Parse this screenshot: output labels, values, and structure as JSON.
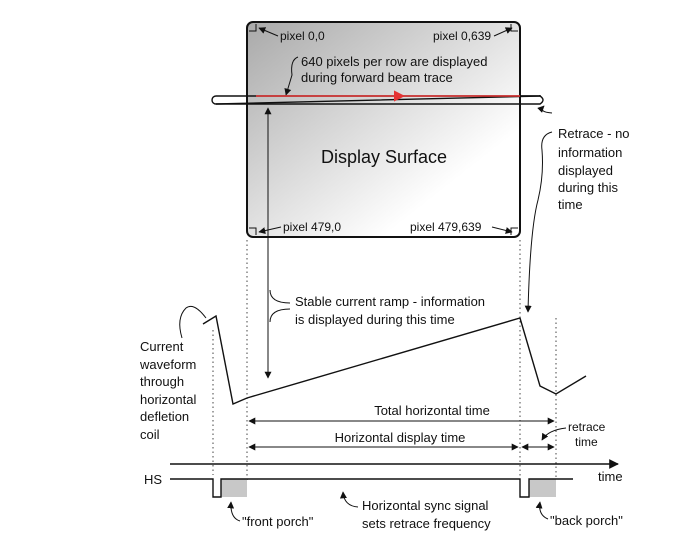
{
  "screen": {
    "title": "Display Surface",
    "corner_top_left": "pixel 0,0",
    "corner_top_right": "pixel 0,639",
    "corner_bottom_left": "pixel 479,0",
    "corner_bottom_right": "pixel 479,639",
    "row_note_line1": "640 pixels per row are displayed",
    "row_note_line2": "during forward beam trace",
    "gradient_dark": "#a9a9a9",
    "gradient_light": "#ffffff",
    "beam_color": "#e53333"
  },
  "annotations": {
    "retrace": [
      "Retrace - no",
      "information",
      "displayed",
      "during this",
      "time"
    ],
    "ramp_line1": "Stable current ramp - information",
    "ramp_line2": "is displayed during this time",
    "waveform": [
      "Current",
      "waveform",
      "through",
      "horizontal",
      "defletion",
      "coil"
    ]
  },
  "timing": {
    "total": "Total horizontal time",
    "display": "Horizontal display time",
    "retrace_line1": "retrace",
    "retrace_line2": "time",
    "time_axis": "time"
  },
  "sync": {
    "label": "HS",
    "desc_line1": "Horizontal sync signal",
    "desc_line2": "sets retrace frequency",
    "front_porch": "\"front porch\"",
    "back_porch": "\"back porch\"",
    "porch_color": "#c8c8c8"
  }
}
